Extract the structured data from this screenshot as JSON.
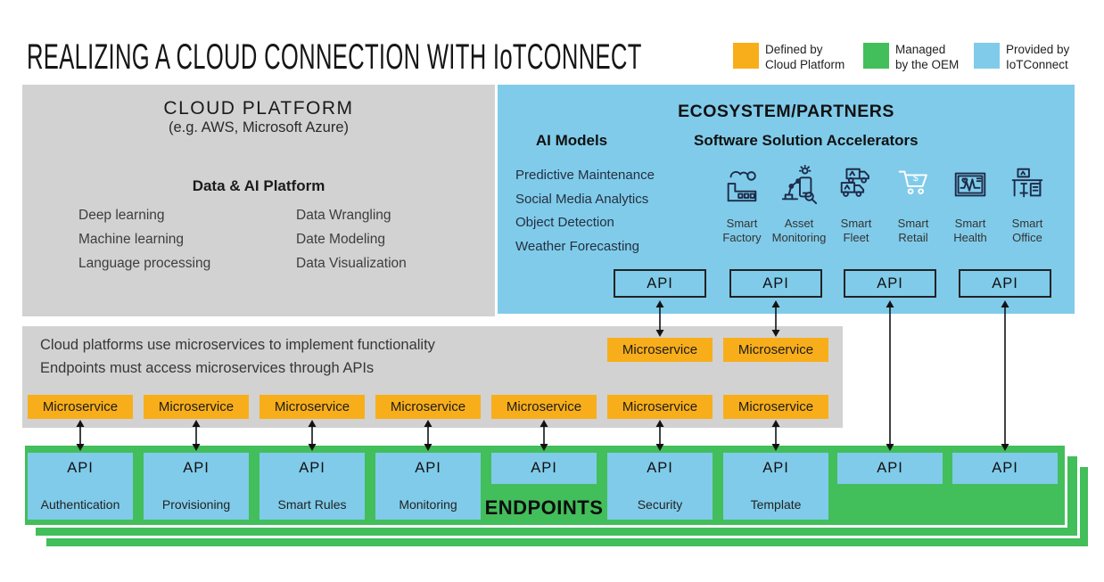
{
  "title": "REALIZING A CLOUD CONNECTION WITH IoTCONNECT",
  "colors": {
    "orange": "#F8AE1A",
    "green": "#42BE5B",
    "blue": "#80CBEA",
    "gray": "#D2D2D2",
    "navy": "#1C2B48"
  },
  "legend": {
    "items": [
      {
        "color_key": "orange",
        "line1": "Defined by",
        "line2": "Cloud Platform"
      },
      {
        "color_key": "green",
        "line1": "Managed",
        "line2": "by the OEM"
      },
      {
        "color_key": "blue",
        "line1": "Provided by",
        "line2": "IoTConnect"
      }
    ]
  },
  "cloud_platform": {
    "title": "CLOUD PLATFORM",
    "subtitle": "(e.g. AWS, Microsoft Azure)",
    "section_title": "Data & AI Platform",
    "items_left": [
      "Deep learning",
      "Machine learning",
      "Language processing"
    ],
    "items_right": [
      "Data Wrangling",
      "Date Modeling",
      "Data Visualization"
    ]
  },
  "ecosystem": {
    "title": "ECOSYSTEM/PARTNERS",
    "api_label": "API",
    "ai_models": {
      "title": "AI Models",
      "items": [
        "Predictive Maintenance",
        "Social Media Analytics",
        "Object Detection",
        "Weather Forecasting"
      ]
    },
    "accelerators": {
      "title": "Software Solution Accelerators",
      "items": [
        {
          "icon": "smart-factory-icon",
          "line1": "Smart",
          "line2": "Factory"
        },
        {
          "icon": "asset-monitoring-icon",
          "line1": "Asset",
          "line2": "Monitoring"
        },
        {
          "icon": "smart-fleet-icon",
          "line1": "Smart",
          "line2": "Fleet"
        },
        {
          "icon": "smart-retail-icon",
          "line1": "Smart",
          "line2": "Retail"
        },
        {
          "icon": "smart-health-icon",
          "line1": "Smart",
          "line2": "Health"
        },
        {
          "icon": "smart-office-icon",
          "line1": "Smart",
          "line2": "Office"
        }
      ]
    }
  },
  "middle": {
    "note_line1": "Cloud platforms use microservices to implement functionality",
    "note_line2": "Endpoints must access microservices through APIs",
    "microservice_label": "Microservice"
  },
  "endpoints": {
    "title": "ENDPOINTS",
    "boxes": [
      {
        "api": "API",
        "label": "Authentication"
      },
      {
        "api": "API",
        "label": "Provisioning"
      },
      {
        "api": "API",
        "label": "Smart Rules"
      },
      {
        "api": "API",
        "label": "Monitoring"
      },
      {
        "api": "API",
        "label": ""
      },
      {
        "api": "API",
        "label": "Security"
      },
      {
        "api": "API",
        "label": "Template"
      },
      {
        "api": "API",
        "label": ""
      },
      {
        "api": "API",
        "label": ""
      }
    ]
  }
}
